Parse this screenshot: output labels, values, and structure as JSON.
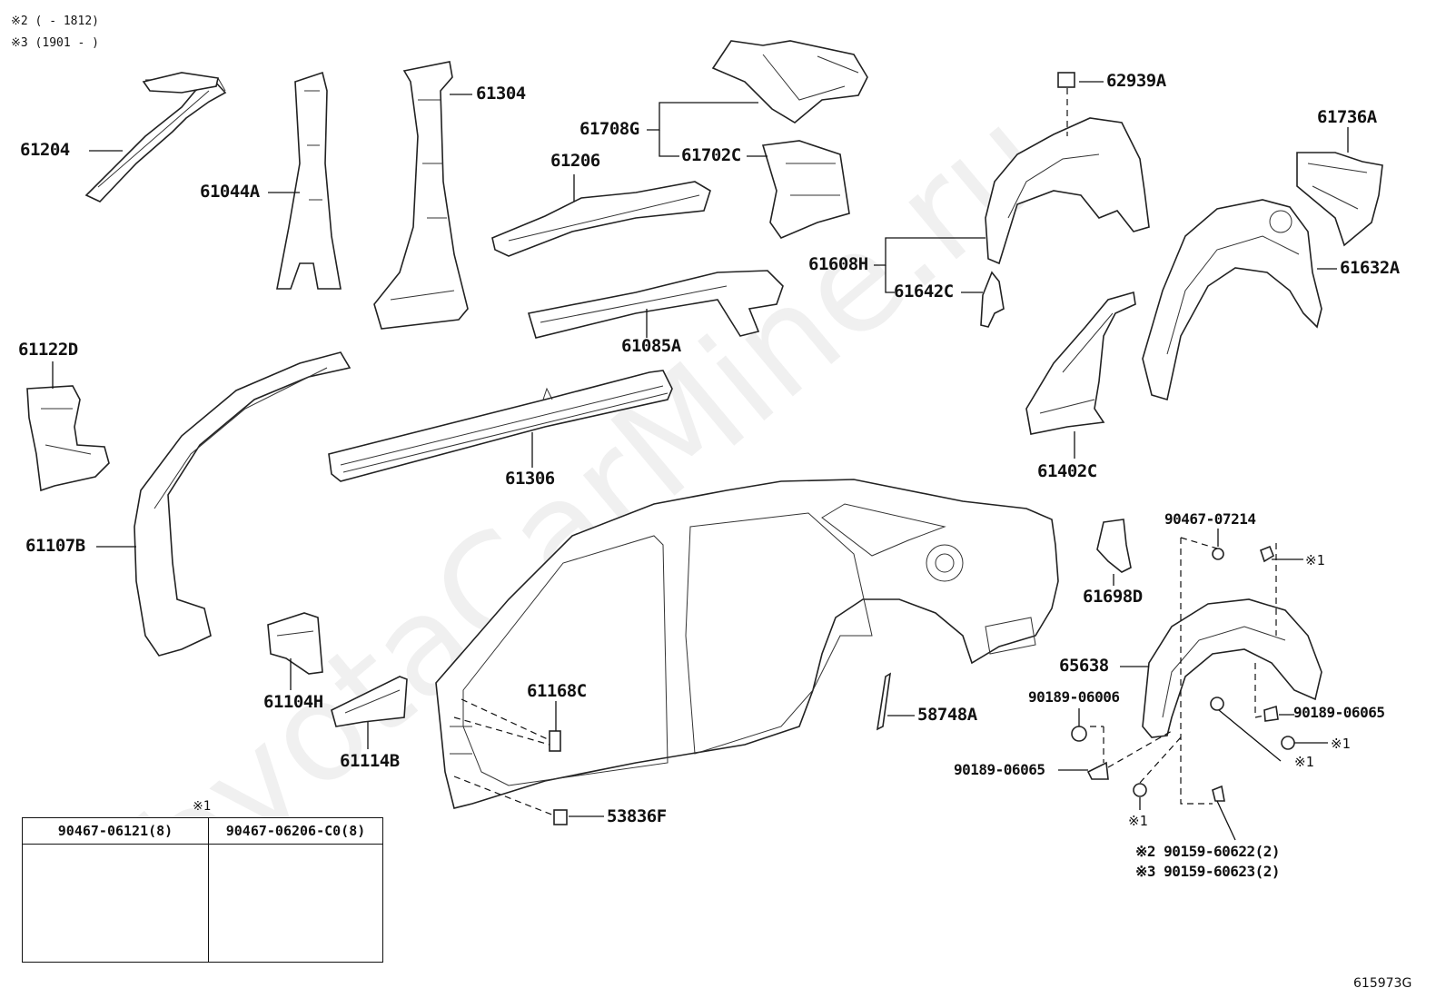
{
  "notes": {
    "note2": "※2 (      - 1812)",
    "note3": "※3 (1901  -      )"
  },
  "labels": {
    "p61204": "61204",
    "p61044A": "61044A",
    "p61304": "61304",
    "p61708G": "61708G",
    "p61702C": "61702C",
    "p61206": "61206",
    "p62939A": "62939A",
    "p61736A": "61736A",
    "p61608H": "61608H",
    "p61642C": "61642C",
    "p61632A": "61632A",
    "p61085A": "61085A",
    "p61122D": "61122D",
    "p61306": "61306",
    "p61402C": "61402C",
    "p61107B": "61107B",
    "p61698D": "61698D",
    "p90467_07214": "90467-07214",
    "p65638": "65638",
    "p61168C": "61168C",
    "p61104H": "61104H",
    "p61114B": "61114B",
    "p58748A": "58748A",
    "p90189_06006": "90189-06006",
    "p90189_06065a": "90189-06065",
    "p90189_06065b": "90189-06065",
    "p53836F": "53836F",
    "p90159_60622": "※2 90159-60622(2)",
    "p90159_60623": "※3 90159-60623(2)",
    "mark1a": "※1",
    "mark1b": "※1",
    "mark1c": "※1",
    "mark1d": "※1",
    "mark1e": "※1"
  },
  "legend": {
    "mark": "※1",
    "col1": "90467-06121(8)",
    "col2": "90467-06206-C0(8)"
  },
  "watermark": "ToyotaCarMine.ru",
  "diagram_code": "615973G"
}
